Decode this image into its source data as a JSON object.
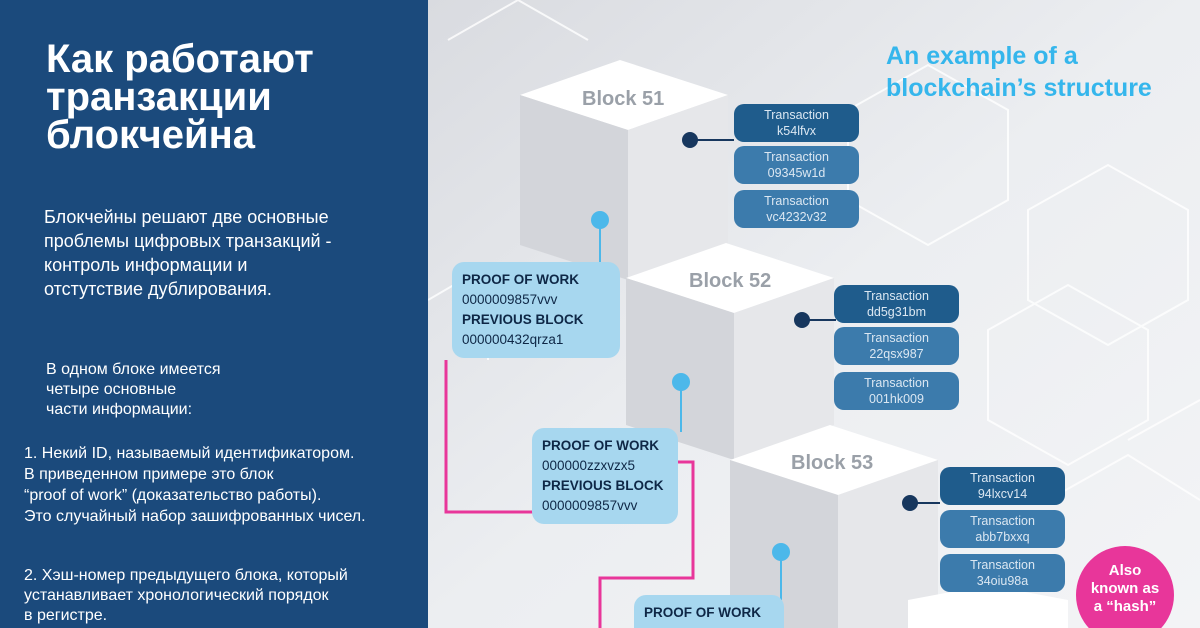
{
  "left": {
    "title_lines": [
      "Как работают",
      "транзакции",
      "блокчейна"
    ],
    "intro_lines": [
      "Блокчейны решают две основные",
      "проблемы цифровых транзакций -",
      "контроль информации и",
      "отстутствие дублирования."
    ],
    "parts_lines": [
      "В одном блоке имеется",
      "четыре основные",
      "части информации:"
    ],
    "point1_lines": [
      "1. Некий ID, называемый идентификатором.",
      "В приведенном примере  это блок",
      "“proof of work” (доказательство работы).",
      "Это случайный набор зашифрованных чисел."
    ],
    "point2_lines": [
      "2. Хэш-номер предыдущего блока, который",
      "устанавливает хронологический порядок",
      "в регистре."
    ]
  },
  "right": {
    "heading_lines": [
      "An example of a",
      "blockchain’s structure"
    ],
    "blocks": [
      {
        "label": "Block 51",
        "transactions": [
          {
            "title": "Transaction",
            "id": "k54lfvx"
          },
          {
            "title": "Transaction",
            "id": "09345w1d"
          },
          {
            "title": "Transaction",
            "id": "vc4232v32"
          }
        ],
        "proof_title": "PROOF OF WORK",
        "proof_value": "0000009857vvv",
        "prev_title": "PREVIOUS BLOCK",
        "prev_value": "000000432qrza1"
      },
      {
        "label": "Block 52",
        "transactions": [
          {
            "title": "Transaction",
            "id": "dd5g31bm"
          },
          {
            "title": "Transaction",
            "id": "22qsx987"
          },
          {
            "title": "Transaction",
            "id": "001hk009"
          }
        ],
        "proof_title": "PROOF OF WORK",
        "proof_value": "000000zzxvzx5",
        "prev_title": "PREVIOUS BLOCK",
        "prev_value": "0000009857vvv"
      },
      {
        "label": "Block 53",
        "transactions": [
          {
            "title": "Transaction",
            "id": "94lxcv14"
          },
          {
            "title": "Transaction",
            "id": "abb7bxxq"
          },
          {
            "title": "Transaction",
            "id": "34oiu98a"
          }
        ],
        "proof_title": "PROOF OF WORK"
      }
    ],
    "hash_badge_lines": [
      "Also",
      "known as",
      "a “hash”"
    ]
  },
  "colors": {
    "left_panel": "#1b4a7c",
    "heading": "#35b6ec",
    "transaction": "#1f5c8c",
    "proof_box": "#a7d7ef",
    "pink_link": "#e8369a",
    "connector_dot": "#4cb8ea"
  }
}
